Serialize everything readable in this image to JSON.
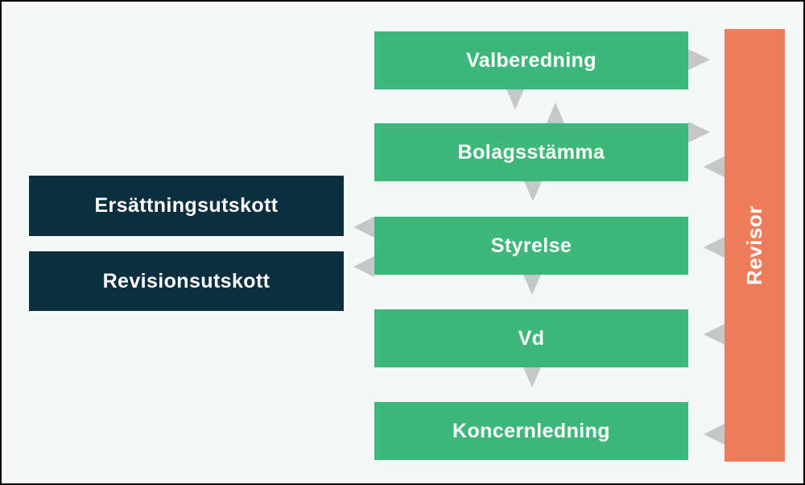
{
  "colors": {
    "background": "#F6F8F8",
    "green": "#3EB87A",
    "navy": "#0C2F3F",
    "orange": "#EE7B59",
    "arrow": "#C6C7C7",
    "label_text": "#FFFFFF",
    "frame": "#000000"
  },
  "governance_chain": {
    "valberedning": {
      "label": "Valberedning"
    },
    "bolagsstamma": {
      "label": "Bolagsstämma"
    },
    "styrelse": {
      "label": "Styrelse"
    },
    "vd": {
      "label": "Vd"
    },
    "koncernledning": {
      "label": "Koncernledning"
    }
  },
  "committees": {
    "ersattningsutskott": {
      "label": "Ersättningsutskott"
    },
    "revisionsutskott": {
      "label": "Revisionsutskott"
    }
  },
  "auditor": {
    "label": "Revisor"
  },
  "connections": [
    {
      "from": "Valberedning",
      "to": "Bolagsstämma",
      "direction": "down"
    },
    {
      "from": "Bolagsstämma",
      "to": "Valberedning",
      "direction": "up"
    },
    {
      "from": "Bolagsstämma",
      "to": "Styrelse",
      "direction": "down"
    },
    {
      "from": "Styrelse",
      "to": "Vd",
      "direction": "down"
    },
    {
      "from": "Vd",
      "to": "Koncernledning",
      "direction": "down"
    },
    {
      "from": "Styrelse",
      "to": "Ersättningsutskott",
      "direction": "left"
    },
    {
      "from": "Styrelse",
      "to": "Revisionsutskott",
      "direction": "left"
    },
    {
      "from": "Valberedning",
      "to": "Revisor",
      "direction": "right"
    },
    {
      "from": "Bolagsstämma",
      "to": "Revisor",
      "direction": "right"
    },
    {
      "from": "Revisor",
      "to": "Bolagsstämma",
      "direction": "left"
    },
    {
      "from": "Revisor",
      "to": "Styrelse",
      "direction": "left"
    },
    {
      "from": "Revisor",
      "to": "Vd",
      "direction": "left"
    },
    {
      "from": "Revisor",
      "to": "Koncernledning",
      "direction": "left"
    }
  ]
}
